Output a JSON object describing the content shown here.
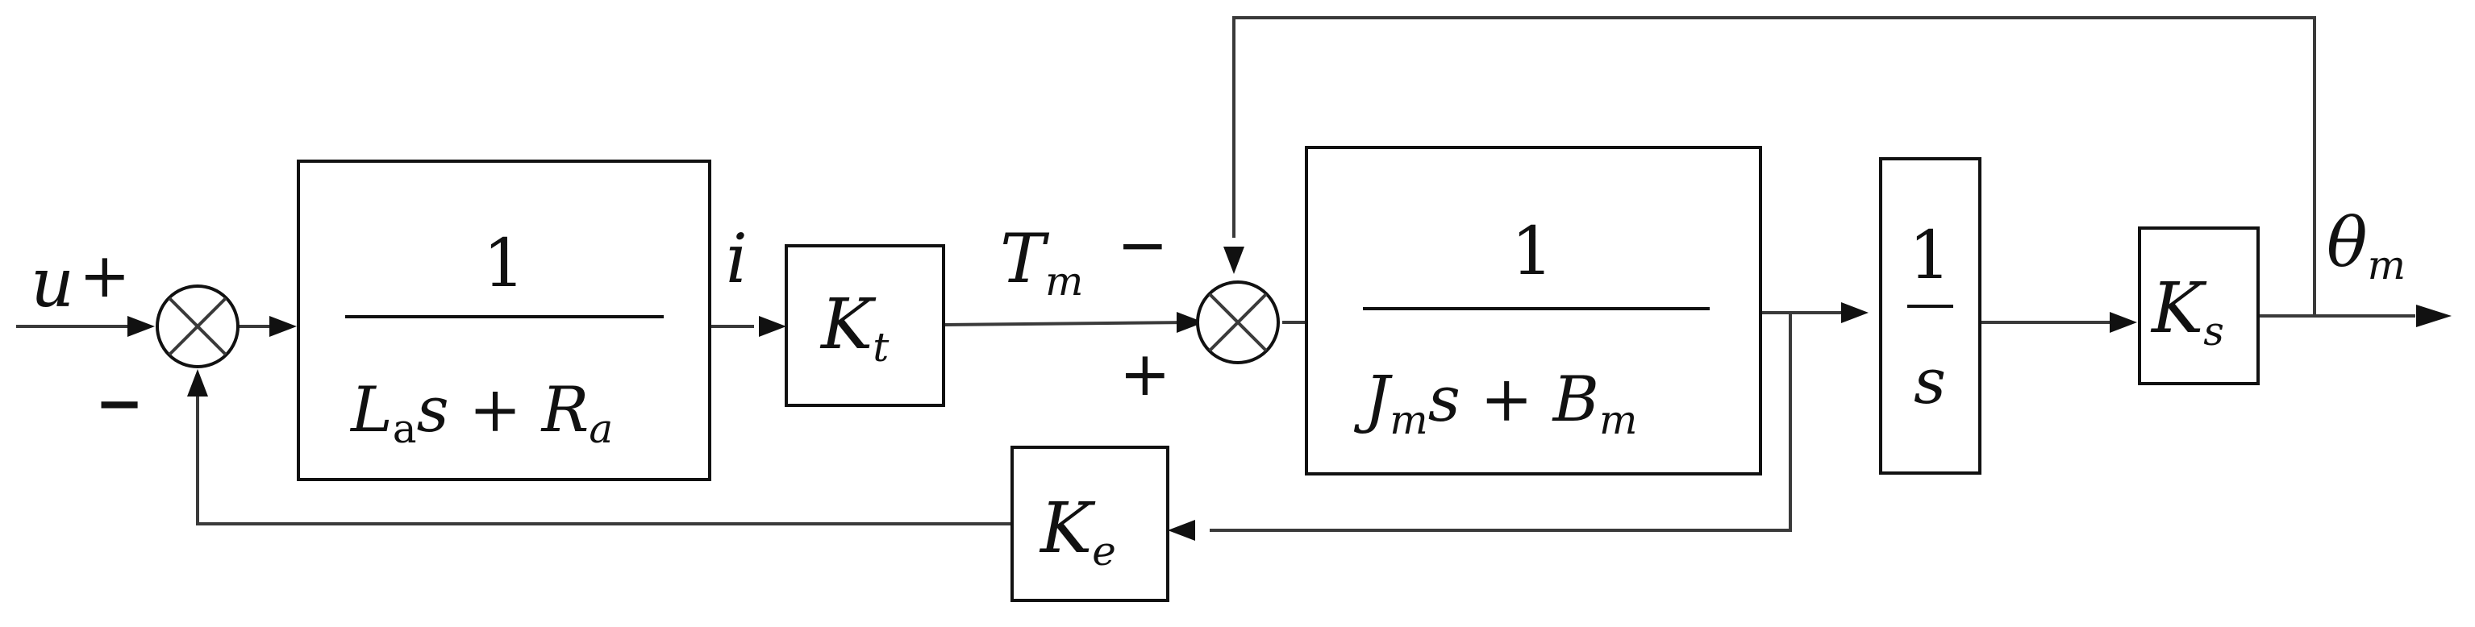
{
  "signals": {
    "input": "u",
    "current": "i",
    "torque_main": "T",
    "torque_sub": "m",
    "output_main": "θ",
    "output_sub": "m"
  },
  "signs": {
    "sum1_input": "+",
    "sum1_feedback": "−",
    "sum2_feedback": "−",
    "sum2_input": "+"
  },
  "blocks": {
    "electrical": {
      "numerator": "1",
      "den_L": "L",
      "den_L_sub": "a",
      "den_s_plus_R": "s + R",
      "den_R_sub": "a"
    },
    "torque_constant": {
      "main": "K",
      "sub": "t"
    },
    "mechanical": {
      "numerator": "1",
      "den_J": "J",
      "den_J_sub": "m",
      "den_s_plus_B": "s + B",
      "den_B_sub": "m"
    },
    "integrator": {
      "numerator": "1",
      "denominator": "s"
    },
    "spring": {
      "main": "K",
      "sub": "s"
    },
    "back_emf": {
      "main": "K",
      "sub": "e"
    }
  }
}
